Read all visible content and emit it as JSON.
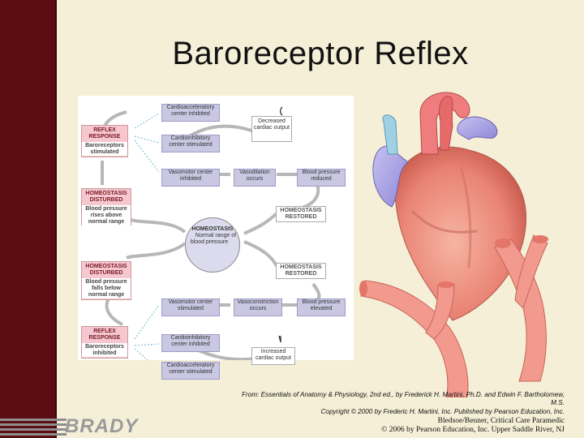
{
  "title": "Baroreceptor Reflex",
  "diagram": {
    "reflex_top": {
      "head": "REFLEX RESPONSE",
      "sub": "Baroreceptors stimulated"
    },
    "dist_top": {
      "head": "HOMEOSTASIS DISTURBED",
      "sub": "Blood pressure rises above normal range"
    },
    "dist_bot": {
      "head": "HOMEOSTASIS DISTURBED",
      "sub": "Blood pressure falls below normal range"
    },
    "reflex_bot": {
      "head": "REFLEX RESPONSE",
      "sub": "Baroreceptors inhibited"
    },
    "top": {
      "cardioacc": "Cardioacceleratory center inhibited",
      "cardioinh": "Cardioinhibitory center stimulated",
      "vasomotor": "Vasomotor center inhibited",
      "vasodil": "Vasodilation occurs",
      "bp_reduced": "Blood pressure reduced",
      "cardiac": "Decreased cardiac output",
      "restored": "HOMEOSTASIS RESTORED"
    },
    "homeostasis": {
      "head": "HOMEOSTASIS",
      "sub": "Normal range of blood pressure"
    },
    "bottom": {
      "restored": "HOMEOSTASIS RESTORED",
      "vasomotor": "Vasomotor center stimulated",
      "vasocon": "Vasoconstriction occurs",
      "bp_elevated": "Blood pressure elevated",
      "cardioinh": "Cardioinhibitory center inhibited",
      "cardiac": "Increased cardiac output",
      "cardioacc": "Cardioacceleratory center stimulated"
    }
  },
  "credits": {
    "line1": "From: Essentials of Anatomy & Physiology, 2nd ed., by Frederick H. Martini, Ph.D. and Edwin F. Bartholomew,",
    "line2": "M.S.",
    "line3": "Copyright © 2000 by Frederic H. Martini, Inc. Published by Pearson Education, Inc.",
    "line4": "Bledsoe/Benner, Critical Care Paramedic",
    "line5": "© 2006 by Pearson Education, Inc. Upper Saddle River, NJ"
  },
  "logo": "BRADY"
}
